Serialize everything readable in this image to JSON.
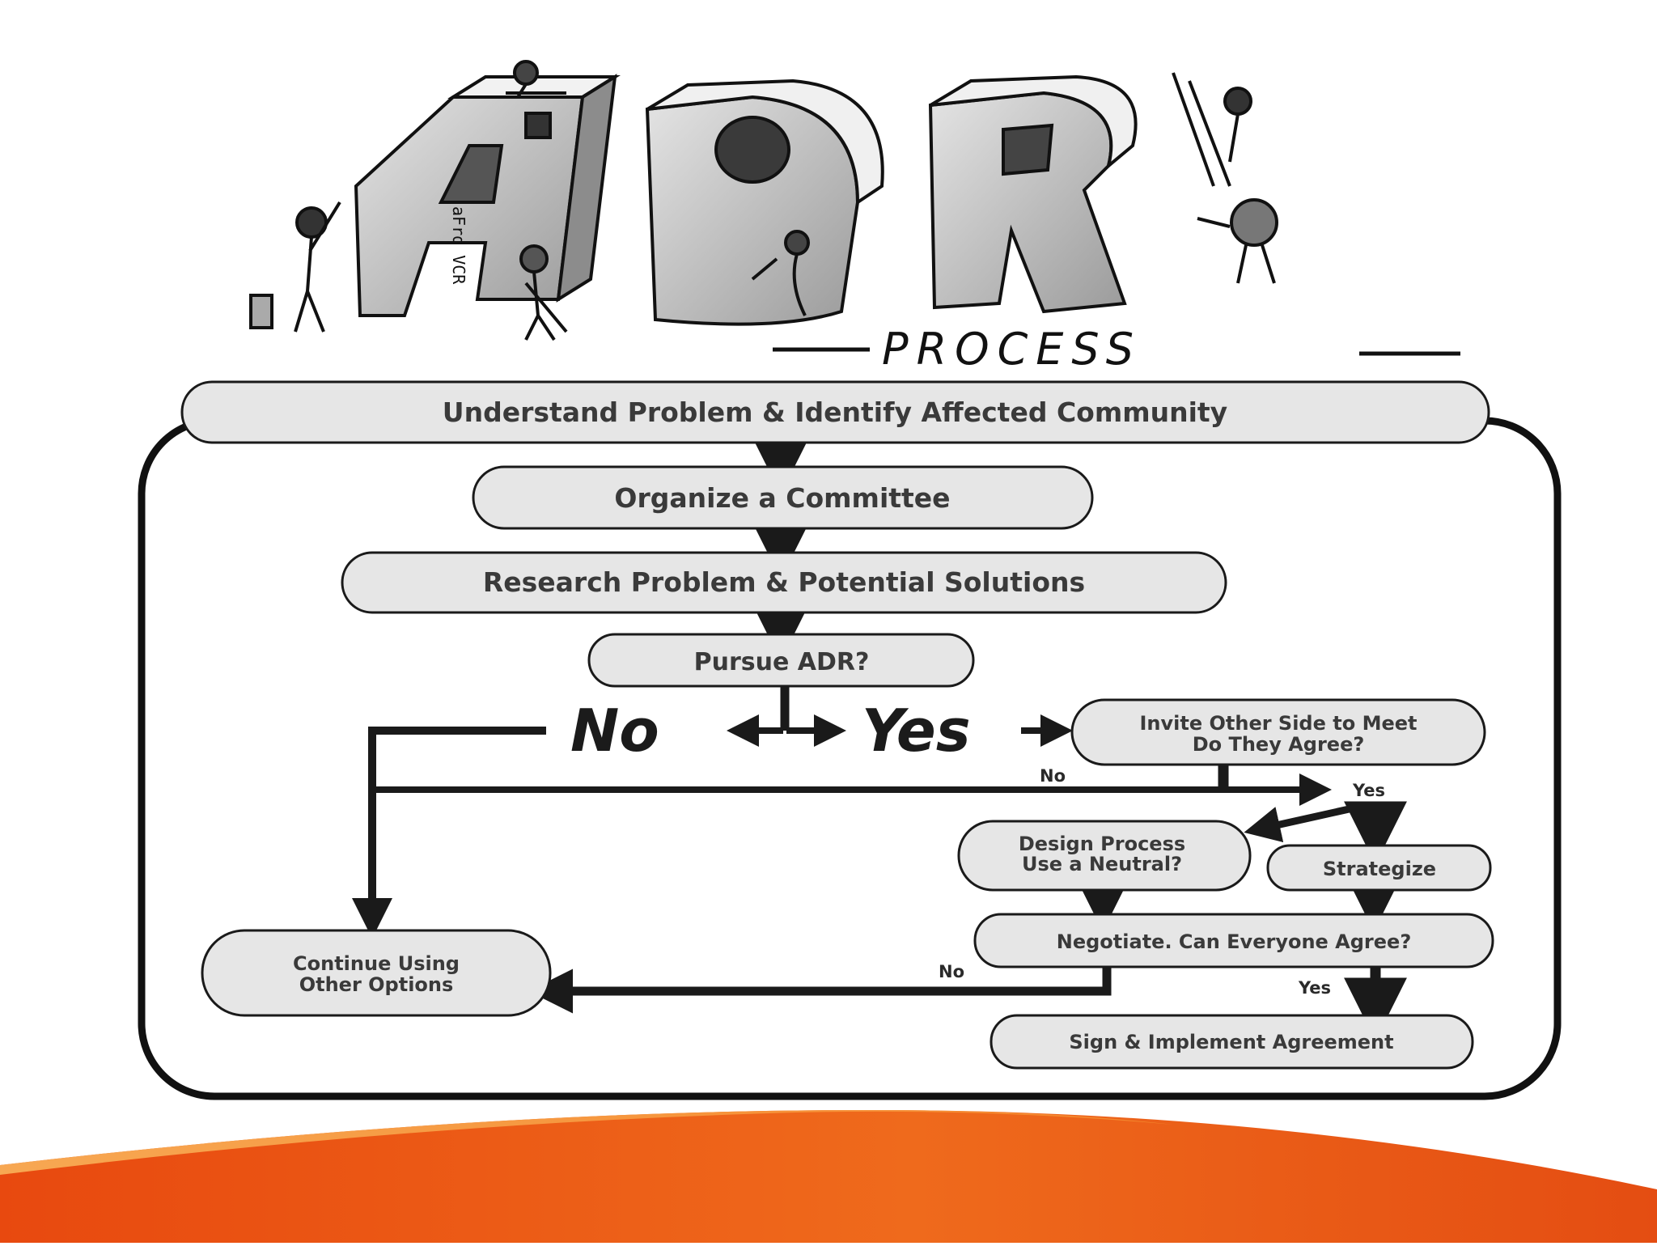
{
  "art": {
    "letters": "ADR",
    "caption": "PROCESS",
    "letter_side_text": "aFrd VCR"
  },
  "nodes": {
    "understand": "Understand Problem & Identify Affected Community",
    "organize": "Organize a Committee",
    "research": "Research Problem & Potential Solutions",
    "pursue": "Pursue ADR?",
    "invite_line1": "Invite Other Side to Meet",
    "invite_line2": "Do They Agree?",
    "design_line1": "Design Process",
    "design_line2": "Use a Neutral?",
    "strategize": "Strategize",
    "negotiate": "Negotiate. Can Everyone Agree?",
    "continue_line1": "Continue Using",
    "continue_line2": "Other Options",
    "sign": "Sign & Implement Agreement"
  },
  "labels": {
    "no_big": "No",
    "yes_big": "Yes",
    "invite_no": "No",
    "invite_yes": "Yes",
    "negotiate_no": "No",
    "negotiate_yes": "Yes"
  },
  "colors": {
    "node_fill": "#e6e6e6",
    "stroke": "#1a1a1a",
    "swoosh_dark": "#e8490f",
    "swoosh_light": "#f7a24a"
  }
}
